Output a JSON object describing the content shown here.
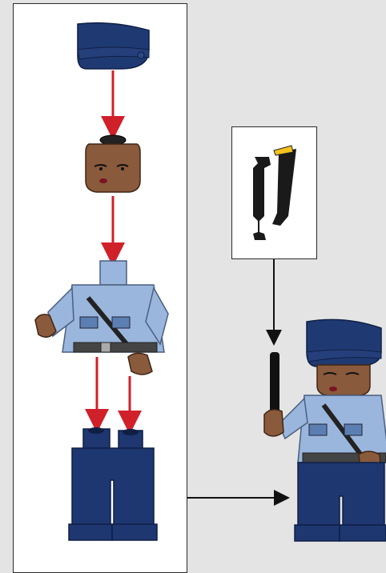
{
  "step": {
    "description": "",
    "parts": [
      "hat",
      "head",
      "torso",
      "legs"
    ],
    "accessory": "baton"
  },
  "colors": {
    "background": "#e4e4e4",
    "panel": "#ffffff",
    "hat_blue": "#1f3a73",
    "shirt_blue": "#9bb6dc",
    "pants_blue": "#1e3770",
    "skin": "#8a5a3c",
    "assembly_arrow": "#d0202a",
    "flow_arrow": "#111111",
    "accent_yellow": "#f3c21b"
  }
}
